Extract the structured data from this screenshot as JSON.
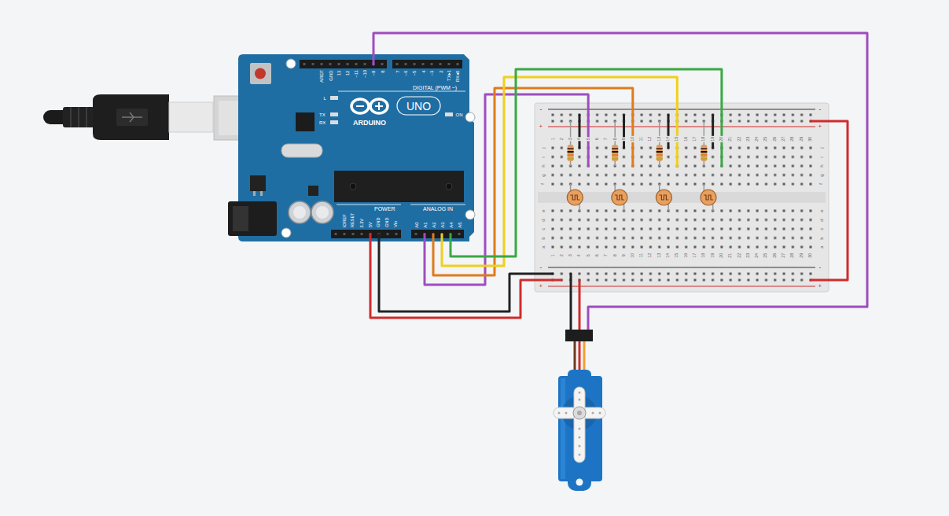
{
  "diagram": {
    "labels": [
      "AREF",
      "GND",
      "13",
      "12",
      "~11",
      "~10",
      "~9",
      "8",
      "7",
      "~6",
      "~5",
      "4",
      "~3",
      "2",
      "TX▸1",
      "RX◂0",
      "DIGITAL (PWM ~)",
      "L",
      "TX",
      "RX",
      "ARDUINO",
      "UNO",
      "ON",
      "IOREF",
      "RESET",
      "3.3V",
      "5V",
      "GND",
      "GND",
      "Vin",
      "POWER",
      "ANALOG IN",
      "A0",
      "A1",
      "A2",
      "A3",
      "A4",
      "A5",
      "-",
      "+",
      "-",
      "+",
      "1",
      "2",
      "3",
      "4",
      "5",
      "6",
      "7",
      "8",
      "9",
      "10",
      "11",
      "12",
      "13",
      "14",
      "15",
      "16",
      "17",
      "18",
      "19",
      "20",
      "21",
      "22",
      "23",
      "24",
      "25",
      "26",
      "27",
      "28",
      "29",
      "30",
      "j",
      "i",
      "h",
      "g",
      "f",
      "j",
      "i",
      "h",
      "g",
      "f",
      "e",
      "d",
      "c",
      "b",
      "a",
      "e",
      "d",
      "c",
      "b",
      "a",
      "1",
      "2",
      "3",
      "4",
      "5",
      "6",
      "7",
      "8",
      "9",
      "10",
      "11",
      "12",
      "13",
      "14",
      "15",
      "16",
      "17",
      "18",
      "19",
      "20",
      "21",
      "22",
      "23",
      "24",
      "25",
      "26",
      "27",
      "28",
      "29",
      "30",
      "-",
      "+",
      "-",
      "+"
    ]
  }
}
